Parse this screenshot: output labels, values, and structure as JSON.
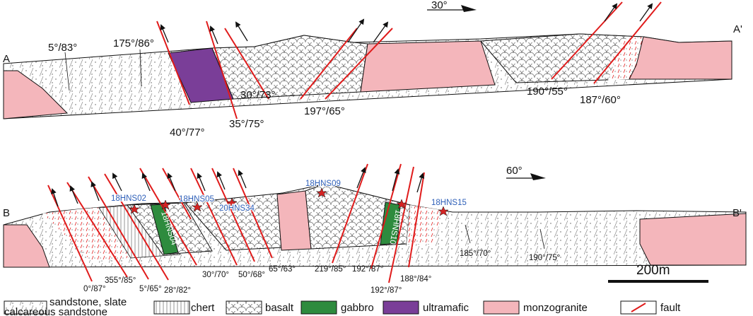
{
  "section_a": {
    "end_left": "A",
    "end_right": "A'",
    "direction": "30°",
    "attitudes": [
      "5°/83°",
      "175°/86°",
      "40°/77°",
      "35°/75°",
      "30°/73°",
      "197°/65°",
      "190°/55°",
      "187°/60°"
    ]
  },
  "section_b": {
    "end_left": "B",
    "end_right": "B'",
    "direction": "60°",
    "attitudes": [
      "0°/87°",
      "355°/85°",
      "5°/65°",
      "28°/82°",
      "30°/70°",
      "50°/68°",
      "65°/63°",
      "219°/85°",
      "192°/87°",
      "192°/87°",
      "188°/84°",
      "185°/70°",
      "190°/75°"
    ],
    "samples": [
      "18HNS02",
      "18HNS05",
      "20HNS34",
      "18HNS09",
      "18HNS15"
    ],
    "intrusions": [
      "18HNS04",
      "18HNS10"
    ]
  },
  "scale": {
    "label": "200m"
  },
  "legend": [
    {
      "label_line1": "sandstone, slate",
      "label_line2": "calcareous sandstone"
    },
    {
      "label_line1": "chert"
    },
    {
      "label_line1": "basalt"
    },
    {
      "label_line1": "gabbro"
    },
    {
      "label_line1": "ultramafic"
    },
    {
      "label_line1": "monzogranite"
    },
    {
      "label_line1": "fault"
    }
  ],
  "colors": {
    "monzogranite": "#f4b6bb",
    "gabbro": "#2e8b3e",
    "ultramafic": "#7a3e98",
    "fault": "#e01b1b",
    "sample_star": "#d42323",
    "sample_text": "#2e5fb8"
  }
}
